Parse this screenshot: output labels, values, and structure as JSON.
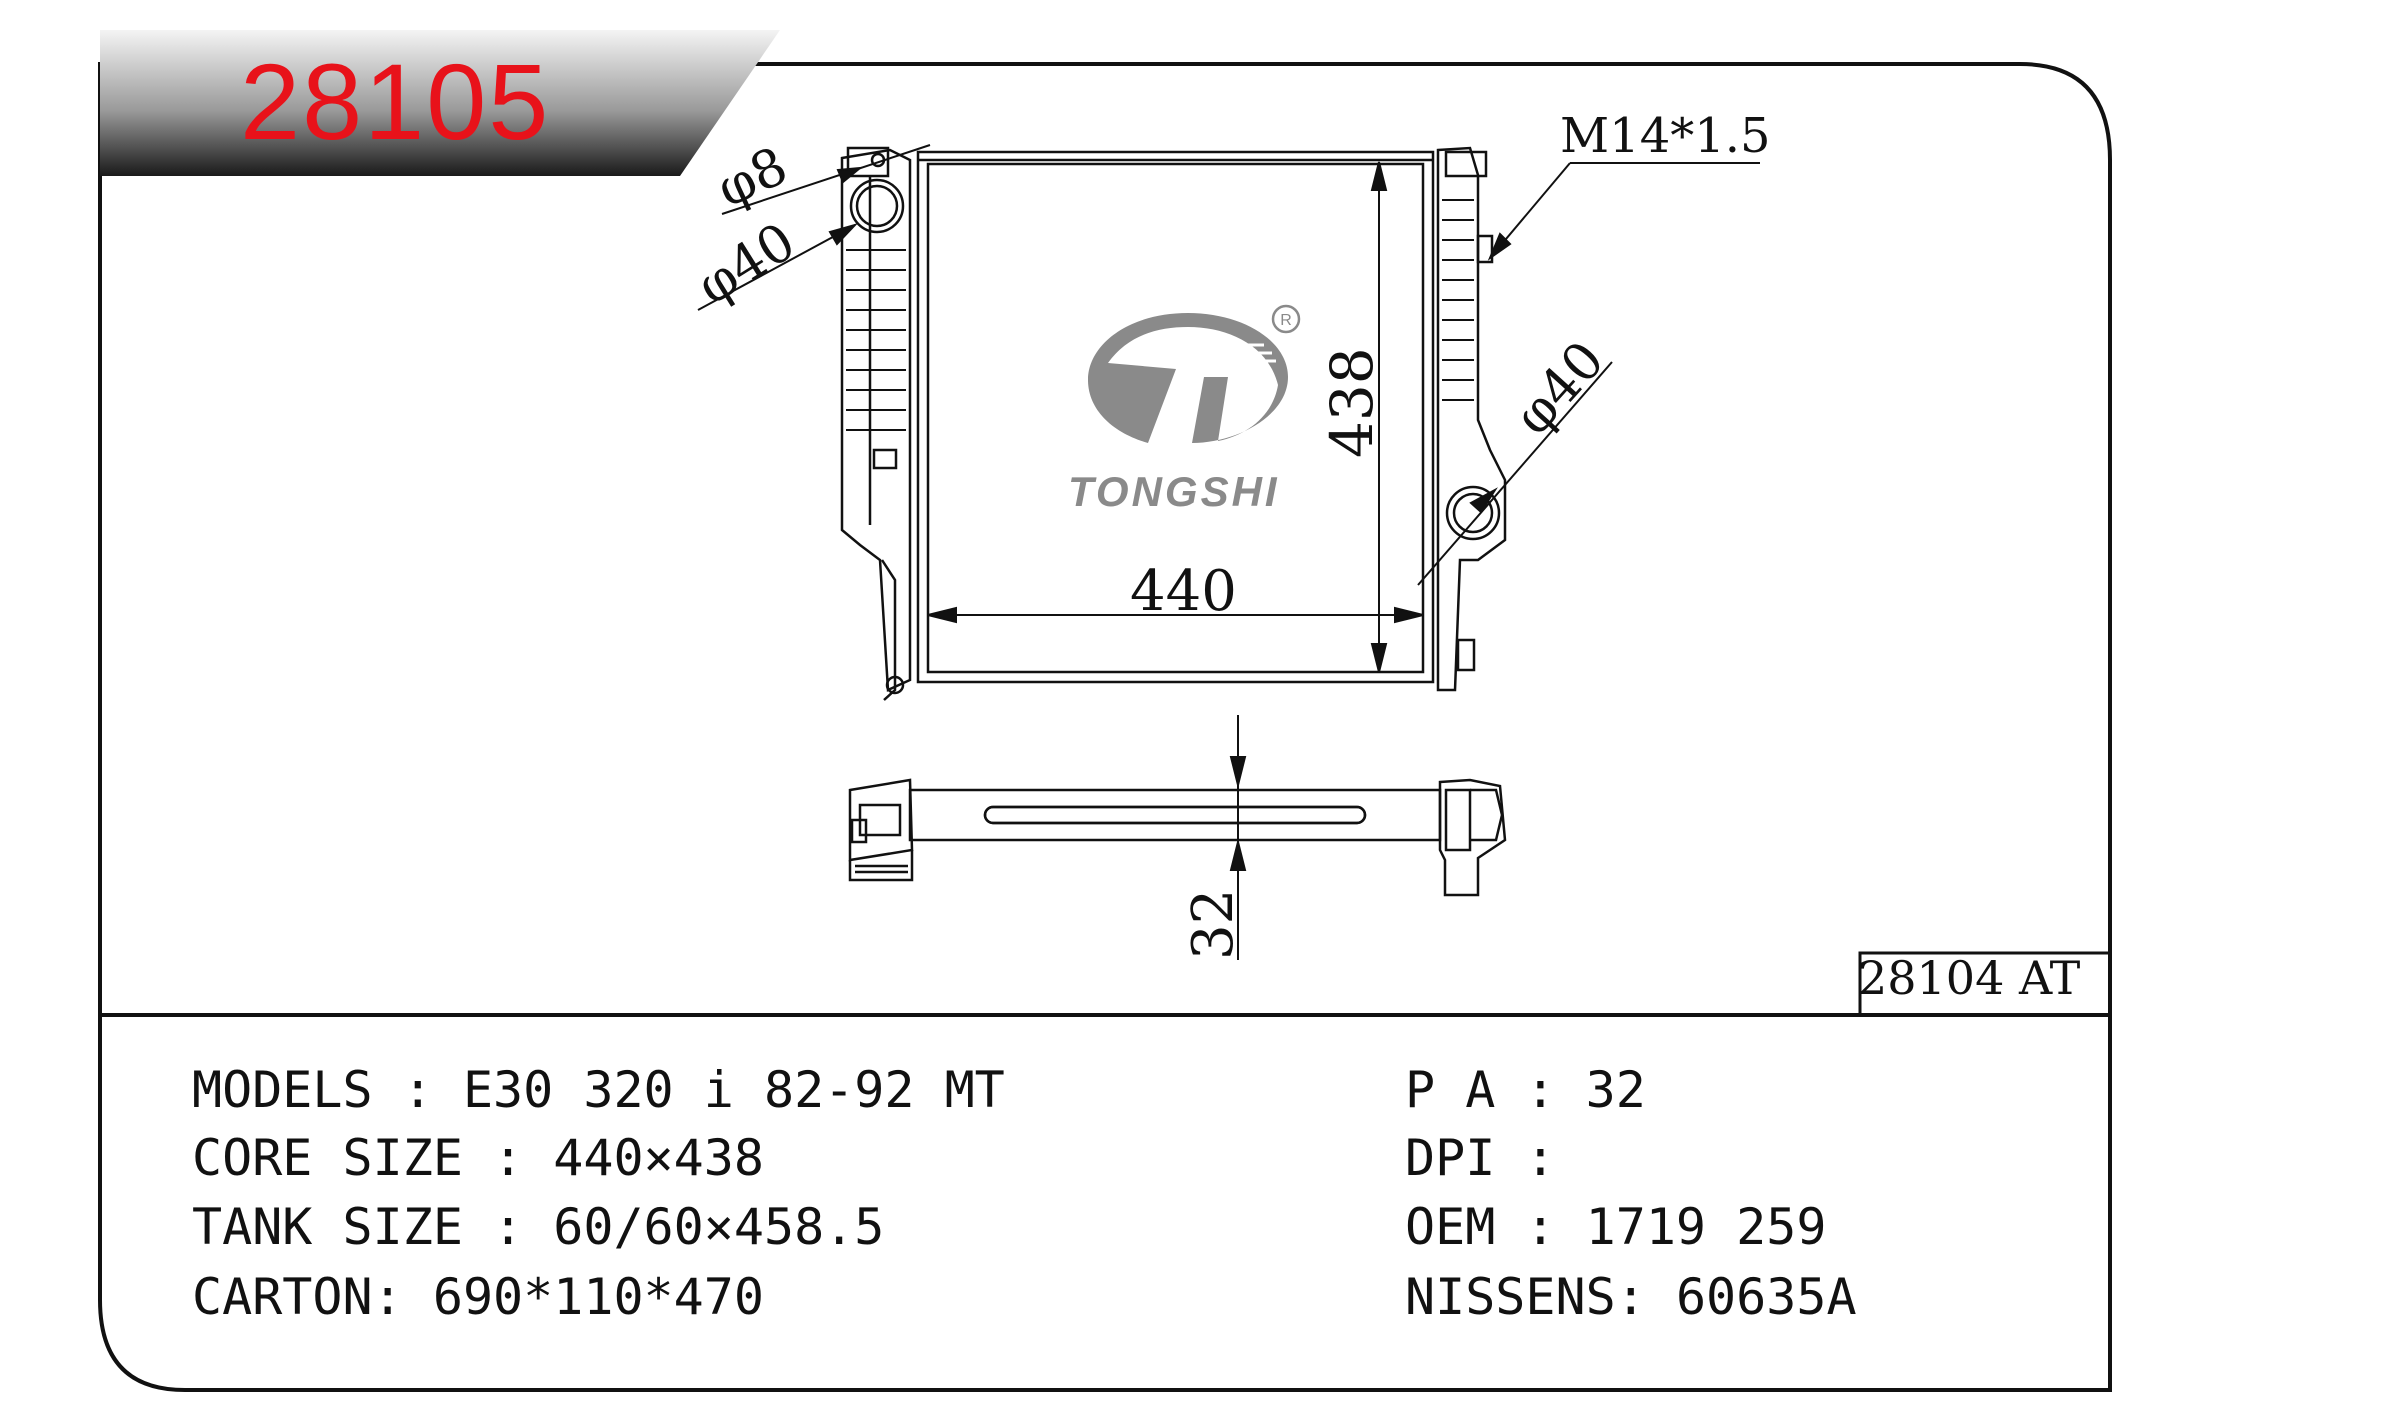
{
  "header": {
    "part_number": "28105",
    "ref_code": "28104 AT"
  },
  "brand": {
    "name": "TONGSHI",
    "registered_mark": "R"
  },
  "dimensions": {
    "inlet_small": "φ8",
    "inlet_large": "φ40",
    "outlet": "φ40",
    "thread": "M14*1.5",
    "height": "438",
    "width": "440",
    "thickness": "32"
  },
  "specs_left": [
    {
      "label": "MODELS",
      "sep": " : ",
      "value": "E30 320 i 82-92 MT"
    },
    {
      "label": "CORE SIZE",
      "sep": " : ",
      "value": "440×438"
    },
    {
      "label": "TANK SIZE",
      "sep": " : ",
      "value": "60/60×458.5"
    },
    {
      "label": "CARTON",
      "sep": ": ",
      "value": "690*110*470"
    }
  ],
  "specs_right": [
    {
      "label": "P A",
      "sep": " : ",
      "value": "32"
    },
    {
      "label": "DPI",
      "sep": " : ",
      "value": ""
    },
    {
      "label": "OEM",
      "sep": " : ",
      "value": "1719 259"
    },
    {
      "label": "NISSENS",
      "sep": ": ",
      "value": "60635A"
    }
  ],
  "colors": {
    "accent": "#e8121a",
    "logo_gray": "#8a8a8a",
    "line": "#111111"
  }
}
